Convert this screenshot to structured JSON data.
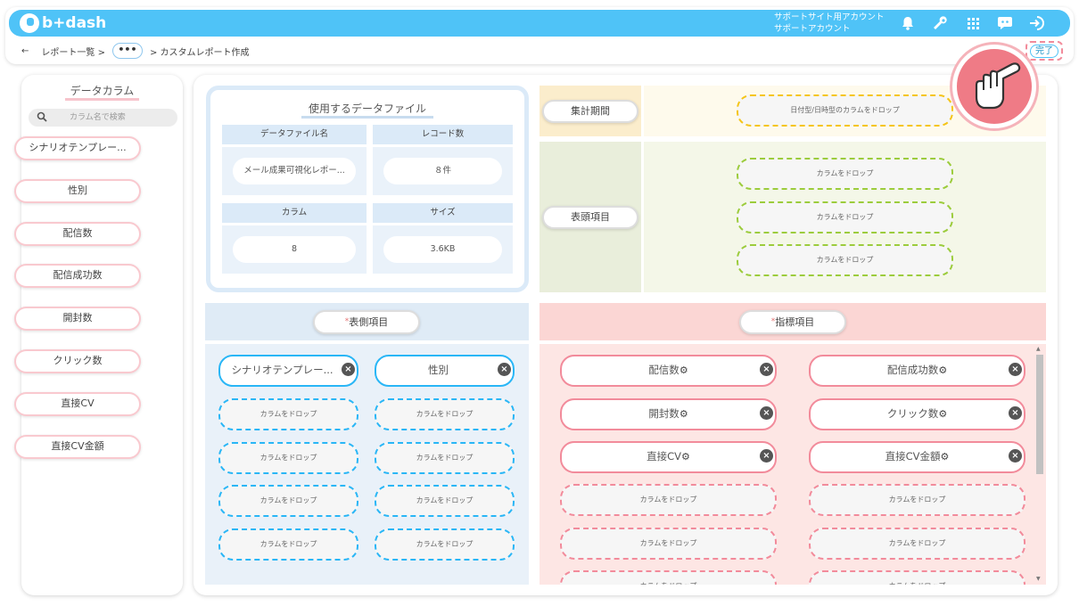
{
  "app": {
    "logo_text": "b+dash"
  },
  "account": {
    "line1": "サポートサイト用アカウント",
    "line2": "サポートアカウント"
  },
  "header_icons": [
    "bell-icon",
    "wrench-icon",
    "grid-icon",
    "chat-icon",
    "logout-icon"
  ],
  "breadcrumb": {
    "back": "←",
    "item1": "レポート一覧 >",
    "more": "•••",
    "item2": "> カスタムレポート作成"
  },
  "done_label": "完了",
  "left_panel": {
    "title": "データカラム",
    "search_placeholder": "カラム名で検索",
    "columns": [
      "シナリオテンプレー...",
      "性別",
      "配信数",
      "配信成功数",
      "開封数",
      "クリック数",
      "直接CV",
      "直接CV金額"
    ]
  },
  "data_file": {
    "title": "使用するデータファイル",
    "headers": [
      "データファイル名",
      "レコード数",
      "カラム",
      "サイズ"
    ],
    "values": [
      "メール成果可視化レポー...",
      "８件",
      "8",
      "3.6KB"
    ]
  },
  "period": {
    "label": "集計期間",
    "drop": "日付型/日時型のカラムをドロップ"
  },
  "header_items": {
    "label": "表頭項目",
    "drops": [
      "カラムをドロップ",
      "カラムをドロップ",
      "カラムをドロップ"
    ]
  },
  "side_items": {
    "required": "*",
    "label": "表側項目",
    "chips": [
      "シナリオテンプレー...",
      "性別"
    ],
    "drops": [
      "カラムをドロップ",
      "カラムをドロップ",
      "カラムをドロップ",
      "カラムをドロップ",
      "カラムをドロップ",
      "カラムをドロップ",
      "カラムをドロップ",
      "カラムをドロップ"
    ]
  },
  "metrics": {
    "required": "*",
    "label": "指標項目",
    "chips": [
      "配信数",
      "配信成功数",
      "開封数",
      "クリック数",
      "直接CV",
      "直接CV金額"
    ],
    "drops": [
      "カラムをドロップ",
      "カラムをドロップ",
      "カラムをドロップ",
      "カラムをドロップ",
      "カラムをドロップ",
      "カラムをドロップ"
    ]
  },
  "colors": {
    "brand": "#4fc3f7",
    "pink": "#f28b9b",
    "blue_dash": "#29b6f6",
    "green_dash": "#9ccc3c",
    "yellow_dash": "#f5c518"
  }
}
